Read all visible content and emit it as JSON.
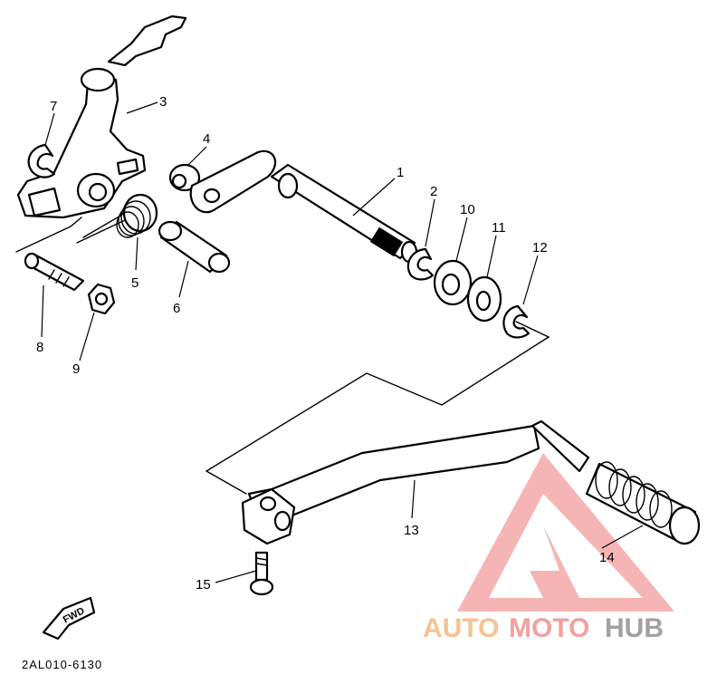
{
  "diagram": {
    "part_labels": [
      "1",
      "2",
      "3",
      "4",
      "5",
      "6",
      "7",
      "8",
      "9",
      "10",
      "11",
      "12",
      "13",
      "14",
      "15"
    ],
    "drawing_code": "2AL010-6130",
    "fwd_label": "FWD"
  },
  "watermark": {
    "parts": [
      "AUTO",
      "MOTO",
      "HUB"
    ],
    "colors": {
      "auto": "#f6b27a",
      "moto": "#f08a8a",
      "hub": "#8a8a8a",
      "triangle": "#f07a7a"
    }
  }
}
